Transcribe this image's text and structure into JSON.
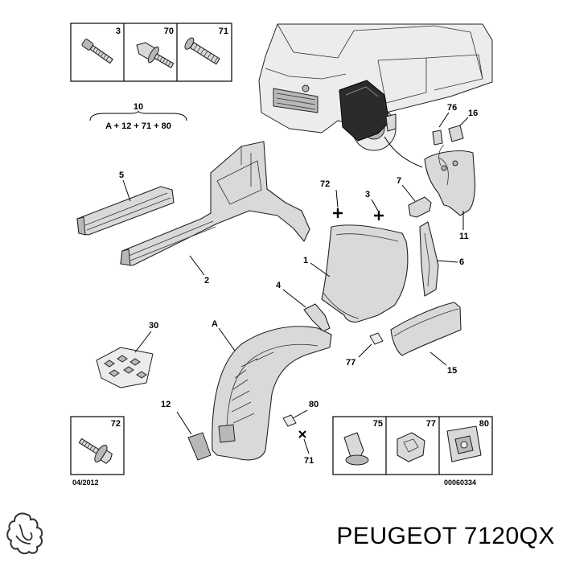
{
  "labels": {
    "c1": "1",
    "c2": "2",
    "c3": "3",
    "c4": "4",
    "c5": "5",
    "c6": "6",
    "c7": "7",
    "c10": "10",
    "c10_formula": "A + 12 + 71 + 80",
    "c11": "11",
    "c12": "12",
    "c15": "15",
    "c16": "16",
    "c30": "30",
    "c71": "71",
    "c72": "72",
    "c76": "76",
    "c77": "77",
    "c80": "80",
    "cA": "A"
  },
  "box_top": {
    "cells": [
      "3",
      "70",
      "71"
    ]
  },
  "box_bottom_left": {
    "cells": [
      "72"
    ]
  },
  "box_bottom_right": {
    "cells": [
      "75",
      "77",
      "80"
    ]
  },
  "footer": {
    "date": "04/2012",
    "drawing_code": "00060334",
    "brand": "PEUGEOT",
    "part_number": "7120QX",
    "title": "PEUGEOT 7120QX"
  }
}
